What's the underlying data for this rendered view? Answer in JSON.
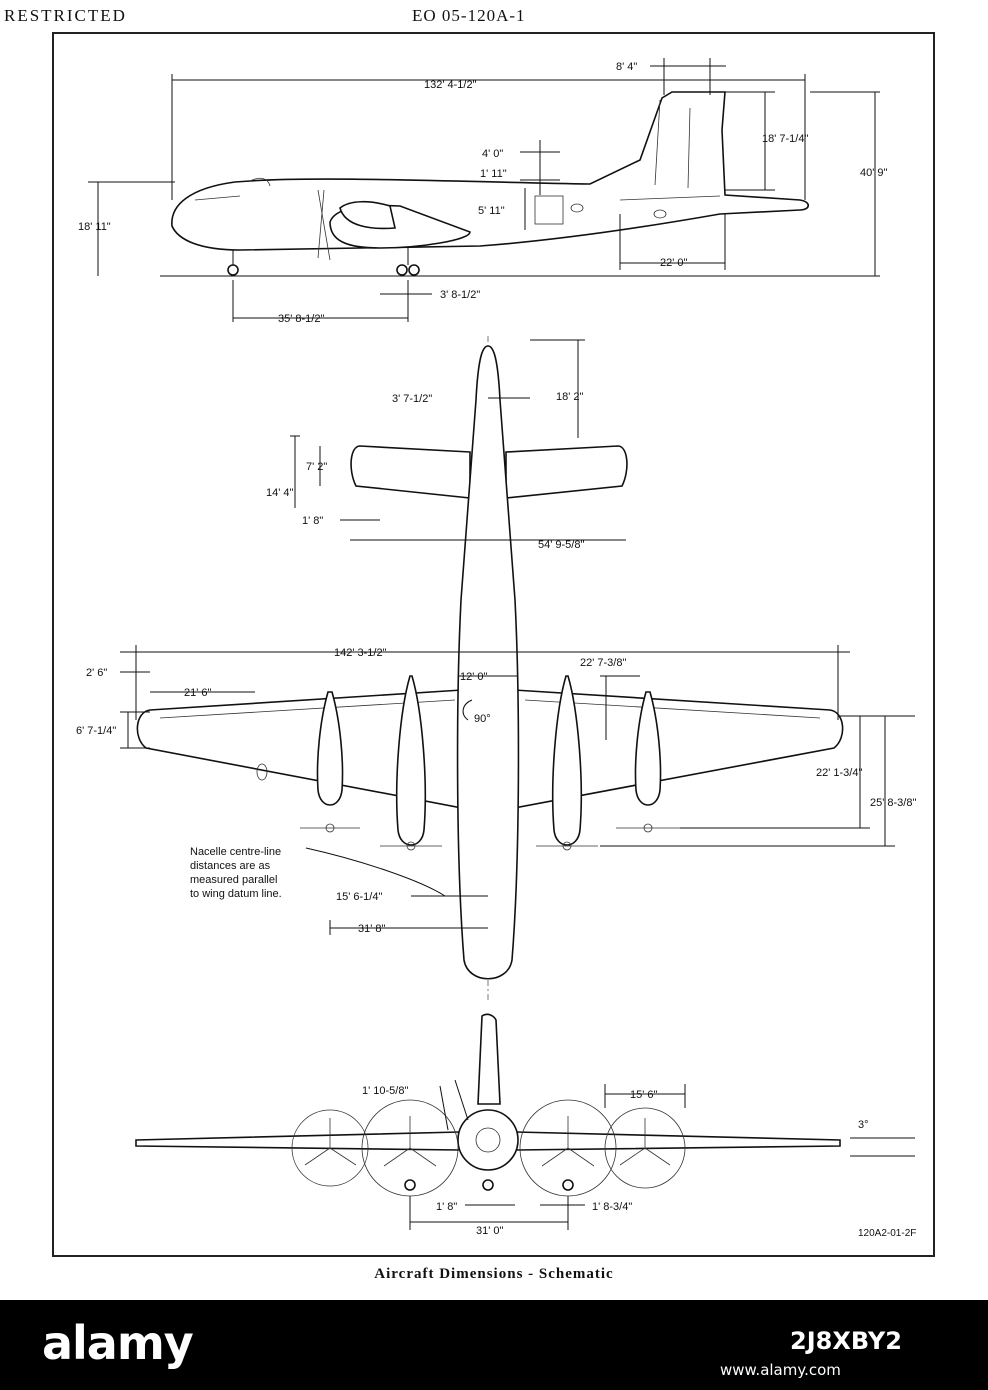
{
  "header": {
    "classification": "RESTRICTED",
    "doc_number": "EO 05-120A-1"
  },
  "caption": "Aircraft Dimensions - Schematic",
  "reference_code": "120A2-01-2F",
  "side_view": {
    "overall_length": "132' 4-1/2\"",
    "fin_chord": "8' 4\"",
    "fin_height": "18' 7-1/4\"",
    "overall_height": "40' 9\"",
    "nose_height": "18' 11\"",
    "dim_4_0": "4' 0\"",
    "dim_1_11": "1' 11\"",
    "dim_5_11": "5' 11\"",
    "tail_dim": "22' 0\"",
    "gear_track": "3' 8-1/2\"",
    "wheelbase": "35' 8-1/2\""
  },
  "plan_view": {
    "tailplane_offset": "3' 7-1/2\"",
    "tail_length": "18' 2\"",
    "tailplane_chord": "7' 2\"",
    "tailplane_depth": "14' 4\"",
    "tailplane_tip": "1' 8\"",
    "tailplane_span": "54' 9-5/8\"",
    "wing_span": "142' 3-1/2\"",
    "wing_tip": "2' 6\"",
    "aileron": "21' 6\"",
    "root_chord": "12' 0\"",
    "nacelle_offset": "22' 7-3/8\"",
    "tip_chord": "6' 7-1/4\"",
    "angle": "90°",
    "nacelle_length_inner": "22' 1-3/4\"",
    "nacelle_length_outer": "25' 8-3/8\"",
    "note": [
      "Nacelle centre-line",
      "distances are as",
      "measured parallel",
      "to wing datum line."
    ],
    "inner_nacelle": "15' 6-1/4\"",
    "outer_nacelle": "31' 8\""
  },
  "front_view": {
    "offset": "1' 10-5/8\"",
    "prop_diameter": "15' 6\"",
    "dihedral": "3°",
    "gear_1": "1' 8\"",
    "gear_2": "1' 8-3/4\"",
    "track": "31' 0\""
  },
  "watermark": {
    "brand": "alamy",
    "image_id": "2J8XBY2",
    "url": "www.alamy.com"
  }
}
